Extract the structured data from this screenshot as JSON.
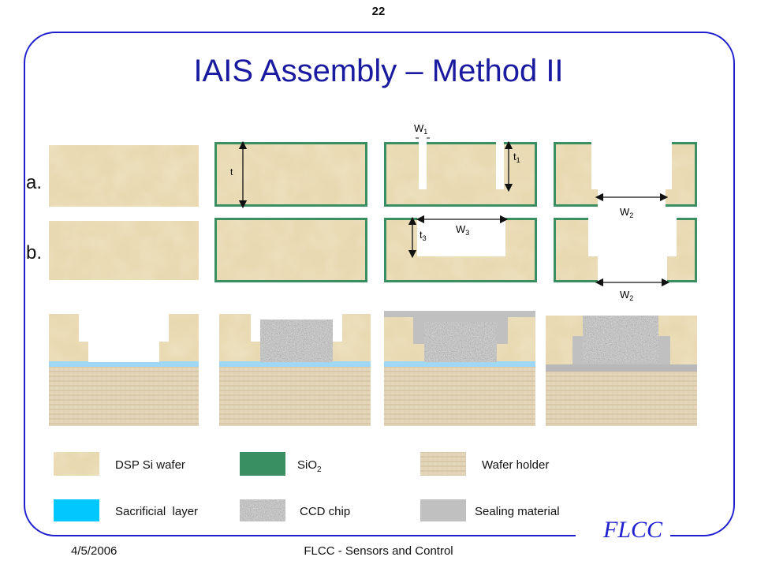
{
  "slide_number": "22",
  "title": "IAIS Assembly – Method II",
  "row_labels": {
    "a": "a.",
    "b": "b."
  },
  "dimensions": {
    "t": "t",
    "t1": "t",
    "t1_sub": "1",
    "w1": "W",
    "w1_sub": "1",
    "w2": "W",
    "w2_sub": "2",
    "w3": "W",
    "w3_sub": "3",
    "t3": "t",
    "t3_sub": "3"
  },
  "legend": [
    {
      "label": "DSP Si wafer",
      "color": "#e8d9b0"
    },
    {
      "label": "SiO",
      "sub": "2",
      "color": "#3a8f62"
    },
    {
      "label": "Wafer holder",
      "color": "#e2d4b8"
    },
    {
      "label": "Sacrificial  layer",
      "color": "#00c8ff"
    },
    {
      "label": "CCD chip",
      "color": "#9a9a9a"
    },
    {
      "label": "Sealing material",
      "color": "#c0c0c0"
    }
  ],
  "colors": {
    "frame": "#1f1fd0",
    "title": "#1a1aa0",
    "oxide": "#3a8f62",
    "wafer": "#e8d9b0",
    "sacrificial": "#9fd7f5",
    "sealing": "#c0c0c0"
  },
  "footer": {
    "date": "4/5/2006",
    "center": "FLCC - Sensors and Control",
    "logo": "FLCC"
  }
}
